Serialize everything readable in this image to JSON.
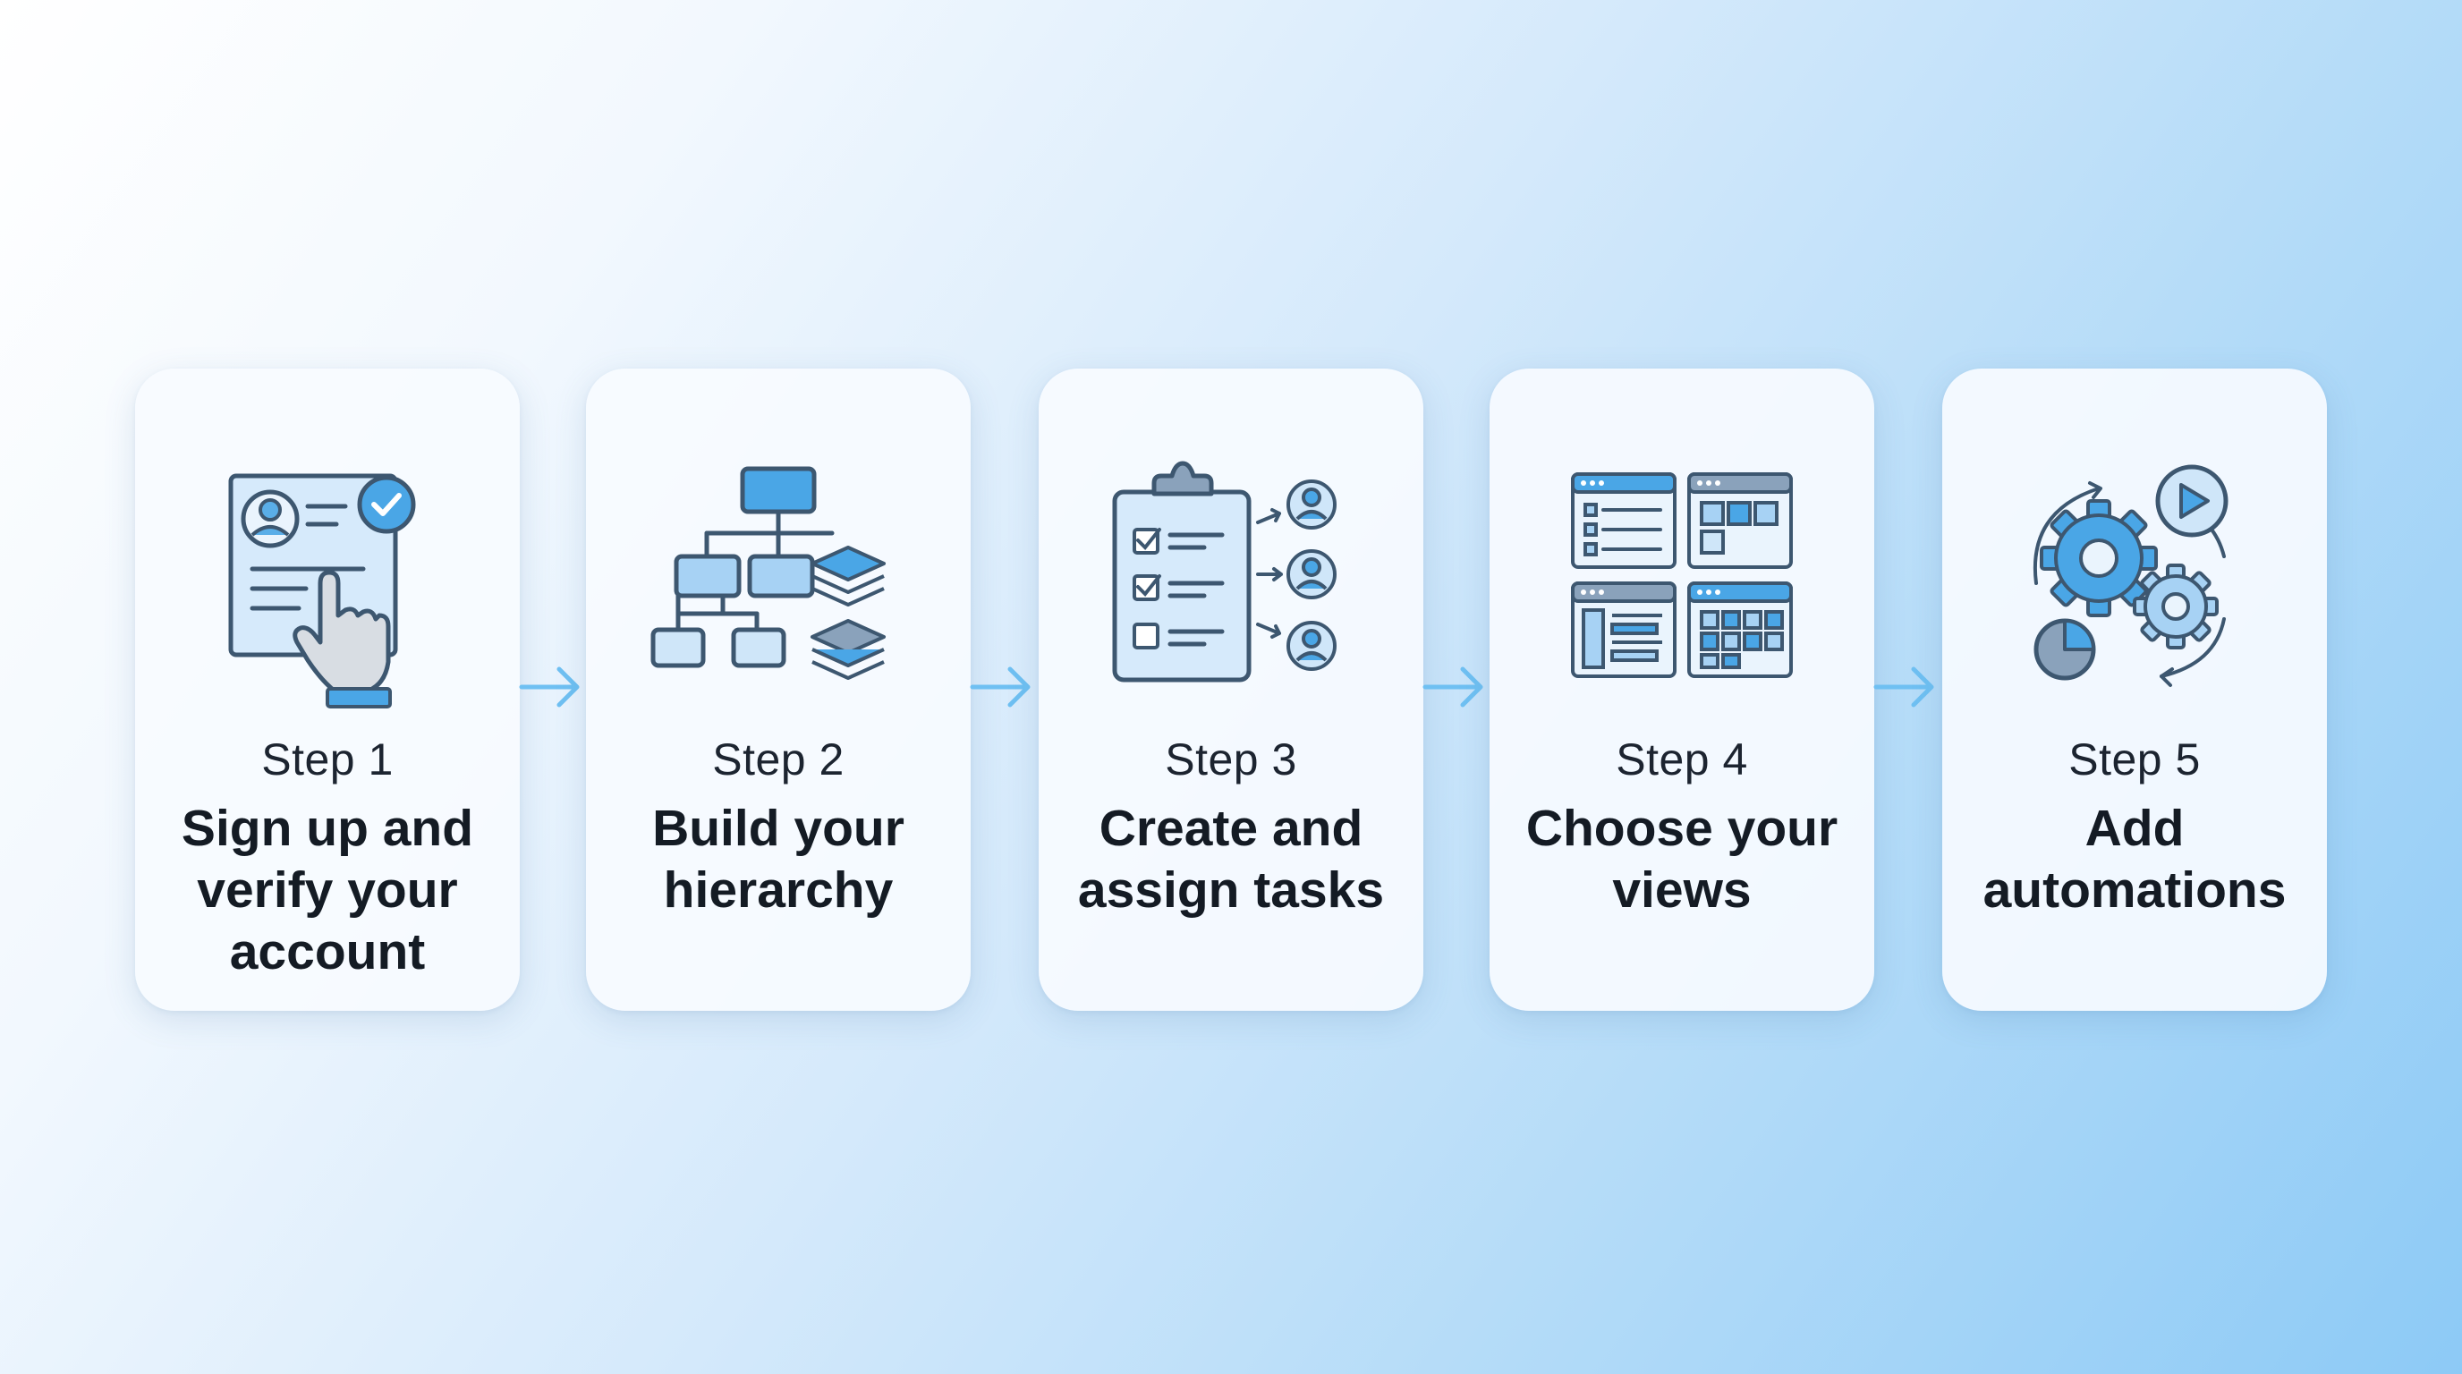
{
  "steps": [
    {
      "step_label": "Step 1",
      "title": "Sign up and verify your account",
      "icon": "signup-verify-icon"
    },
    {
      "step_label": "Step 2",
      "title": "Build your hierarchy",
      "icon": "hierarchy-icon"
    },
    {
      "step_label": "Step 3",
      "title": "Create and assign tasks",
      "icon": "assign-tasks-icon"
    },
    {
      "step_label": "Step 4",
      "title": "Choose your views",
      "icon": "views-icon"
    },
    {
      "step_label": "Step 5",
      "title": "Add automations",
      "icon": "automations-icon"
    }
  ],
  "connector_icon": "arrow-right-icon",
  "colors": {
    "accent": "#4aa6e6",
    "icon_fill_light": "#cfe6f9",
    "icon_stroke": "#3d5770",
    "arrow": "#6fc0f2",
    "card": "#f7fbff",
    "text": "#141b24"
  }
}
